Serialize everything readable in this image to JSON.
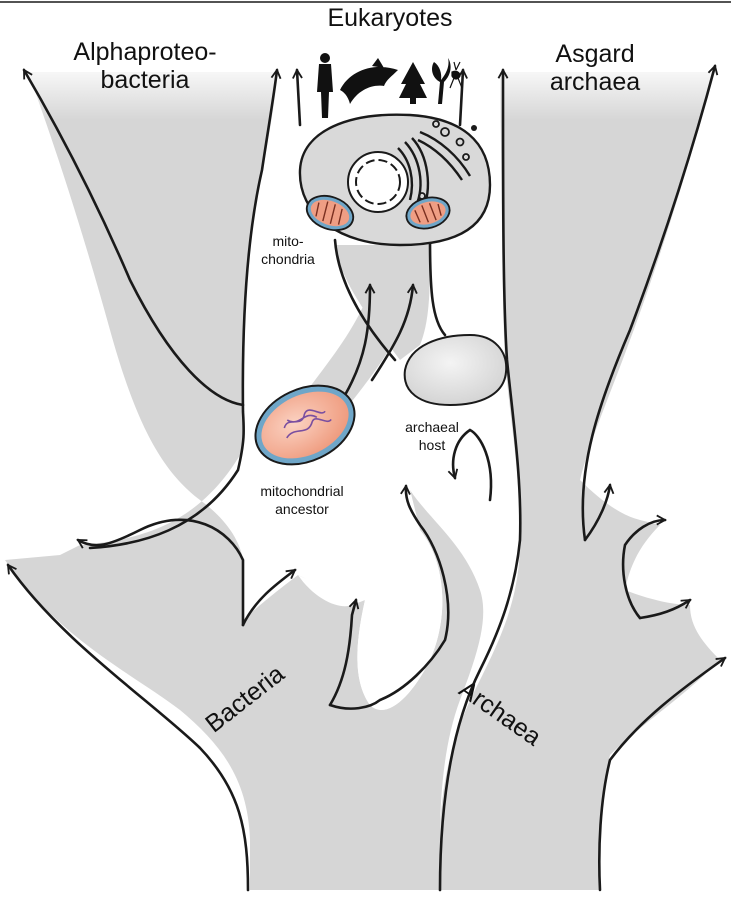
{
  "labels": {
    "eukaryotes": "Eukaryotes",
    "alphaproteobacteria": "Alphaproteo-\nbacteria",
    "asgard_archaea": "Asgard\narchaea",
    "mitochondria": "mito-\nchondria",
    "mitochondrial_ancestor": "mitochondrial\nancestor",
    "archaeal_host": "archaeal\nhost",
    "bacteria": "Bacteria",
    "archaea": "Archaea"
  },
  "colors": {
    "trunk_fill": "#d6d6d6",
    "outline": "#1a1a1a",
    "cell_fill": "#dcdcdc",
    "mito_fill": "#f2a78e",
    "mito_ring": "#6fa6c8",
    "chromosome": "#7a4fa0"
  },
  "icons": [
    "human-silhouette-icon",
    "dolphin-icon",
    "tree-icon",
    "plant-icon",
    "insect-icon"
  ]
}
